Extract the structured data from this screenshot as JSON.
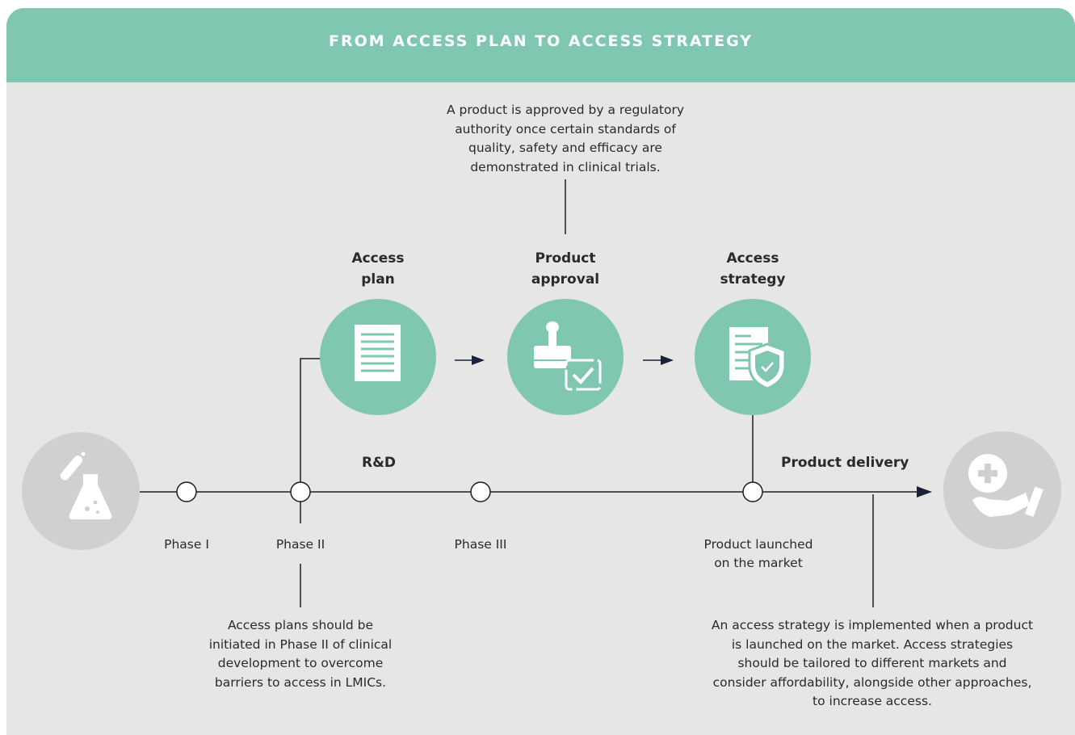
{
  "header": {
    "title": "FROM ACCESS PLAN TO ACCESS STRATEGY"
  },
  "notes": {
    "approval": "A product is approved by a regulatory authority once certain standards of quality, safety and efficacy are demonstrated in clinical trials.",
    "access_plan": "Access plans should be initiated in Phase II of clinical development to overcome barriers to access in LMICs.",
    "access_strategy": "An access strategy is implemented when a product is launched on the market. Access strategies should be tailored to different markets and consider affordability, alongside other approaches, to increase access."
  },
  "stages": {
    "access_plan": {
      "line1": "Access",
      "line2": "plan"
    },
    "product_approval": {
      "line1": "Product",
      "line2": "approval"
    },
    "access_strategy": {
      "line1": "Access",
      "line2": "strategy"
    }
  },
  "timeline": {
    "rd_label": "R&D",
    "delivery_label": "Product delivery",
    "phases": [
      "Phase I",
      "Phase II",
      "Phase III"
    ],
    "launch": {
      "line1": "Product launched",
      "line2": "on the market"
    }
  },
  "colors": {
    "teal": "#7fc7b0",
    "panel": "#e6e6e5",
    "grey_circle": "#d0d0cf",
    "line": "#1e1e1e",
    "arrow": "#1b2238"
  },
  "icons": {
    "start": "lab-flask-icon",
    "access_plan": "document-icon",
    "product_approval": "approval-stamp-icon",
    "access_strategy": "document-shield-icon",
    "end": "hand-medical-cross-icon"
  }
}
